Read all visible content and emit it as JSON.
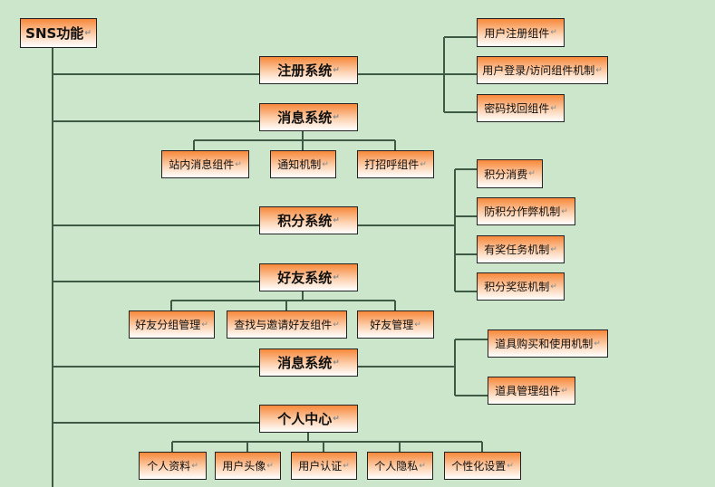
{
  "root": "SNS功能",
  "reg": {
    "title": "注册系统",
    "items": [
      "用户注册组件",
      "用户登录/访问组件机制",
      "密码找回组件"
    ]
  },
  "msg": {
    "title": "消息系统",
    "items": [
      "站内消息组件",
      "通知机制",
      "打招呼组件"
    ]
  },
  "points": {
    "title": "积分系统",
    "items": [
      "积分消费",
      "防积分作弊机制",
      "有奖任务机制",
      "积分奖惩机制"
    ]
  },
  "friends": {
    "title": "好友系统",
    "items": [
      "好友分组管理",
      "查找与邀请好友组件",
      "好友管理"
    ]
  },
  "msg2": {
    "title": "消息系统",
    "items": [
      "道具购买和使用机制",
      "道具管理组件"
    ]
  },
  "center": {
    "title": "个人中心",
    "items": [
      "个人资料",
      "用户头像",
      "用户认证",
      "个人隐私",
      "个性化设置"
    ]
  }
}
